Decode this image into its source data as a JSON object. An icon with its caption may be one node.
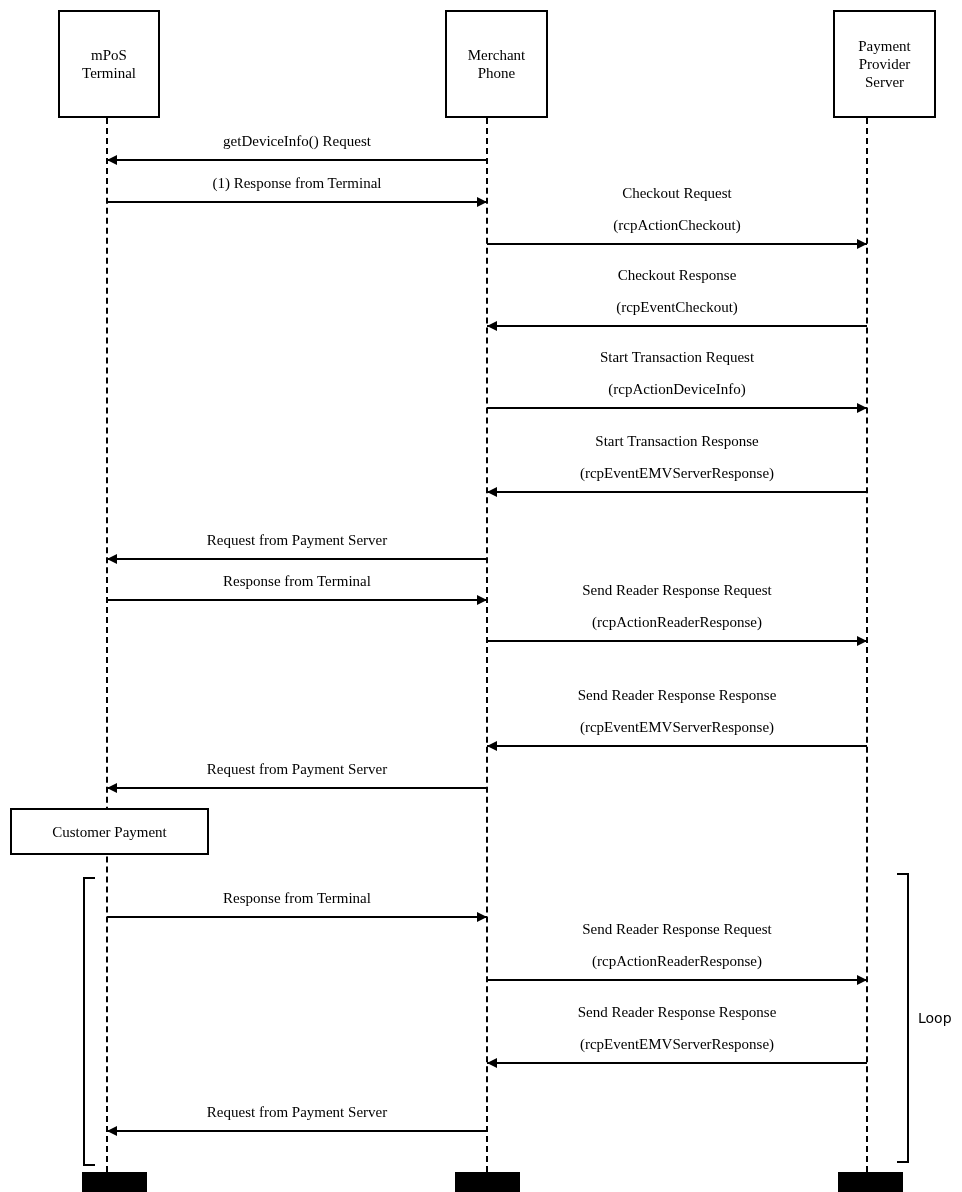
{
  "diagram": {
    "nodes": [
      {
        "text": [
          "mPoS Terminal"
        ]
      },
      {
        "text": [
          "Merchant Phone"
        ]
      },
      {
        "text": [
          "Payment Provider Server"
        ]
      },
      {
        "text": [
          "Customer Payment"
        ]
      },
      {
        "text": [],
        "shape": "bar"
      },
      {
        "text": [],
        "shape": "bar"
      },
      {
        "text": [],
        "shape": "bar"
      },
      {
        "text": [],
        "shape": "line"
      },
      {
        "text": [],
        "shape": "line"
      },
      {
        "text": [],
        "shape": "line"
      }
    ],
    "edges": [
      {
        "from": 8,
        "to": 7,
        "arrow": "to",
        "label": "getDeviceInfo() Request"
      },
      {
        "from": 7,
        "to": 8,
        "arrow": "to",
        "label": "(1) Response from Terminal"
      },
      {
        "from": 8,
        "to": 9,
        "arrow": "to",
        "label": "Checkout Request (rcpActionCheckout)"
      },
      {
        "from": 9,
        "to": 8,
        "arrow": "to",
        "label": "Checkout Response (rcpEventCheckout)"
      },
      {
        "from": 8,
        "to": 9,
        "arrow": "to",
        "label": "Start Transaction Request (rcpActionDeviceInfo)"
      },
      {
        "from": 9,
        "to": 8,
        "arrow": "to",
        "label": "Start Transaction Response (rcpEventEMVServerResponse)"
      },
      {
        "from": 8,
        "to": 7,
        "arrow": "to",
        "label": "Request from Payment Server"
      },
      {
        "from": 7,
        "to": 8,
        "arrow": "to",
        "label": "Response from Terminal"
      },
      {
        "from": 8,
        "to": 9,
        "arrow": "to",
        "label": "Send Reader Response Request (rcpActionReaderResponse)"
      },
      {
        "from": 9,
        "to": 8,
        "arrow": "to",
        "label": "Send Reader Response Response (rcpEventEMVServerResponse)"
      },
      {
        "from": 8,
        "to": 7,
        "arrow": "to",
        "label": "Request from Payment Server"
      },
      {
        "from": 7,
        "to": 8,
        "arrow": "to",
        "label": "Response from Terminal"
      },
      {
        "from": 8,
        "to": 9,
        "arrow": "to",
        "label": "Send Reader Response Request (rcpActionReaderResponse)"
      },
      {
        "from": 9,
        "to": 8,
        "arrow": "to",
        "label": "Send Reader Response Response (rcpEventEMVServerResponse)"
      },
      {
        "from": 8,
        "to": 7,
        "arrow": "to",
        "label": "Request from Payment Server"
      }
    ],
    "labels": [
      "Loop"
    ]
  }
}
